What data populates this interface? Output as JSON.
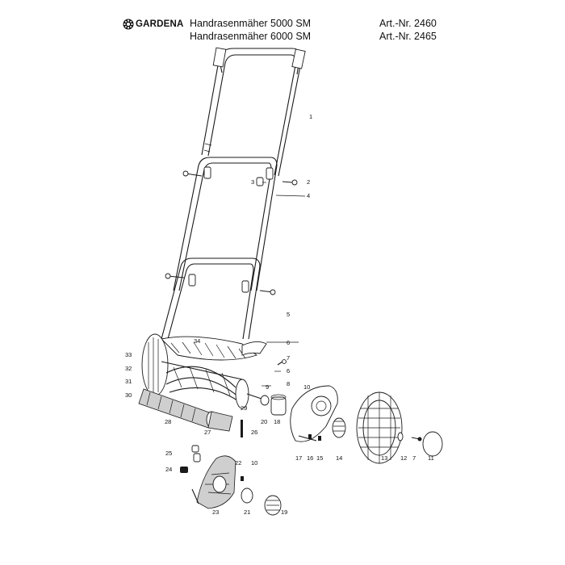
{
  "header": {
    "brand": "GARDENA",
    "models": [
      "Handrasenmäher 5000 SM",
      "Handrasenmäher 6000 SM"
    ],
    "article_numbers": [
      "Art.-Nr. 2460",
      "Art.-Nr. 2465"
    ]
  },
  "parts": [
    {
      "id": "p1",
      "label": "1"
    },
    {
      "id": "p2",
      "label": "2"
    },
    {
      "id": "p3",
      "label": "3"
    },
    {
      "id": "p4",
      "label": "4"
    },
    {
      "id": "p5",
      "label": "5"
    },
    {
      "id": "p6a",
      "label": "6"
    },
    {
      "id": "p7a",
      "label": "7"
    },
    {
      "id": "p6b",
      "label": "6"
    },
    {
      "id": "p8",
      "label": "8"
    },
    {
      "id": "p9",
      "label": "9"
    },
    {
      "id": "p10a",
      "label": "10"
    },
    {
      "id": "p34",
      "label": "34"
    },
    {
      "id": "p33",
      "label": "33"
    },
    {
      "id": "p32",
      "label": "32"
    },
    {
      "id": "p31",
      "label": "31"
    },
    {
      "id": "p30",
      "label": "30"
    },
    {
      "id": "p29",
      "label": "29"
    },
    {
      "id": "p28",
      "label": "28"
    },
    {
      "id": "p27",
      "label": "27"
    },
    {
      "id": "p26",
      "label": "26"
    },
    {
      "id": "p20",
      "label": "20"
    },
    {
      "id": "p18",
      "label": "18"
    },
    {
      "id": "p17",
      "label": "17"
    },
    {
      "id": "p16",
      "label": "16"
    },
    {
      "id": "p15",
      "label": "15"
    },
    {
      "id": "p14",
      "label": "14"
    },
    {
      "id": "p13",
      "label": "13"
    },
    {
      "id": "p12",
      "label": "12"
    },
    {
      "id": "p7b",
      "label": "7"
    },
    {
      "id": "p11",
      "label": "11"
    },
    {
      "id": "p25",
      "label": "25"
    },
    {
      "id": "p24",
      "label": "24"
    },
    {
      "id": "p22",
      "label": "22"
    },
    {
      "id": "p10b",
      "label": "10"
    },
    {
      "id": "p23",
      "label": "23"
    },
    {
      "id": "p21",
      "label": "21"
    },
    {
      "id": "p19",
      "label": "19"
    }
  ]
}
